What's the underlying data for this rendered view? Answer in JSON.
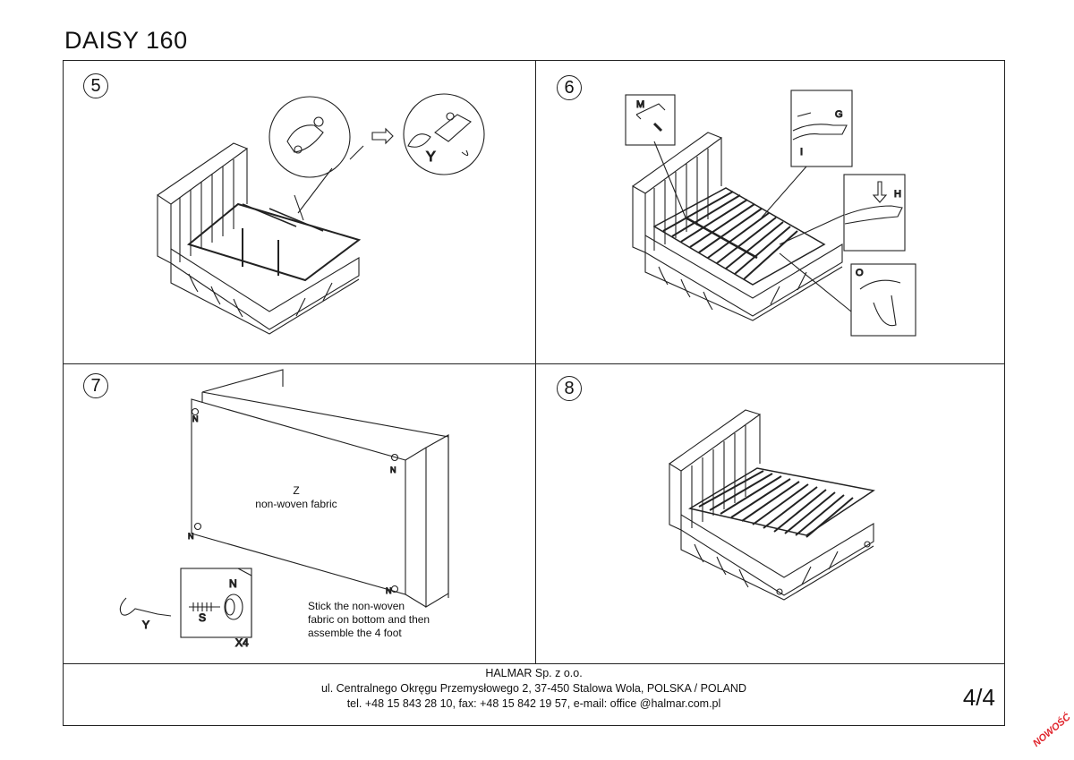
{
  "title": "DAISY 160",
  "steps": [
    "5",
    "6",
    "7",
    "8"
  ],
  "labels": {
    "y5": "Y",
    "m": "M",
    "g": "G",
    "i": "I",
    "h": "H",
    "o": "O",
    "n": "N",
    "z": "Z",
    "fabric": "non-woven fabric",
    "y7": "Y",
    "s": "S",
    "x4": "X4"
  },
  "note": "Stick the non-woven fabric on bottom and then assemble the 4 foot",
  "footer": {
    "company": "HALMAR Sp. z o.o.",
    "address": "ul. Centralnego Okręgu Przemysłowego 2, 37-450 Stalowa Wola, POLSKA / POLAND",
    "contact": "tel. +48 15 843 28 10, fax: +48 15 842 19 57, e-mail: office @halmar.com.pl"
  },
  "page": "4/4",
  "badge": "NOWOŚĆ",
  "colors": {
    "lines": "#222222",
    "badge": "#e0242c"
  }
}
